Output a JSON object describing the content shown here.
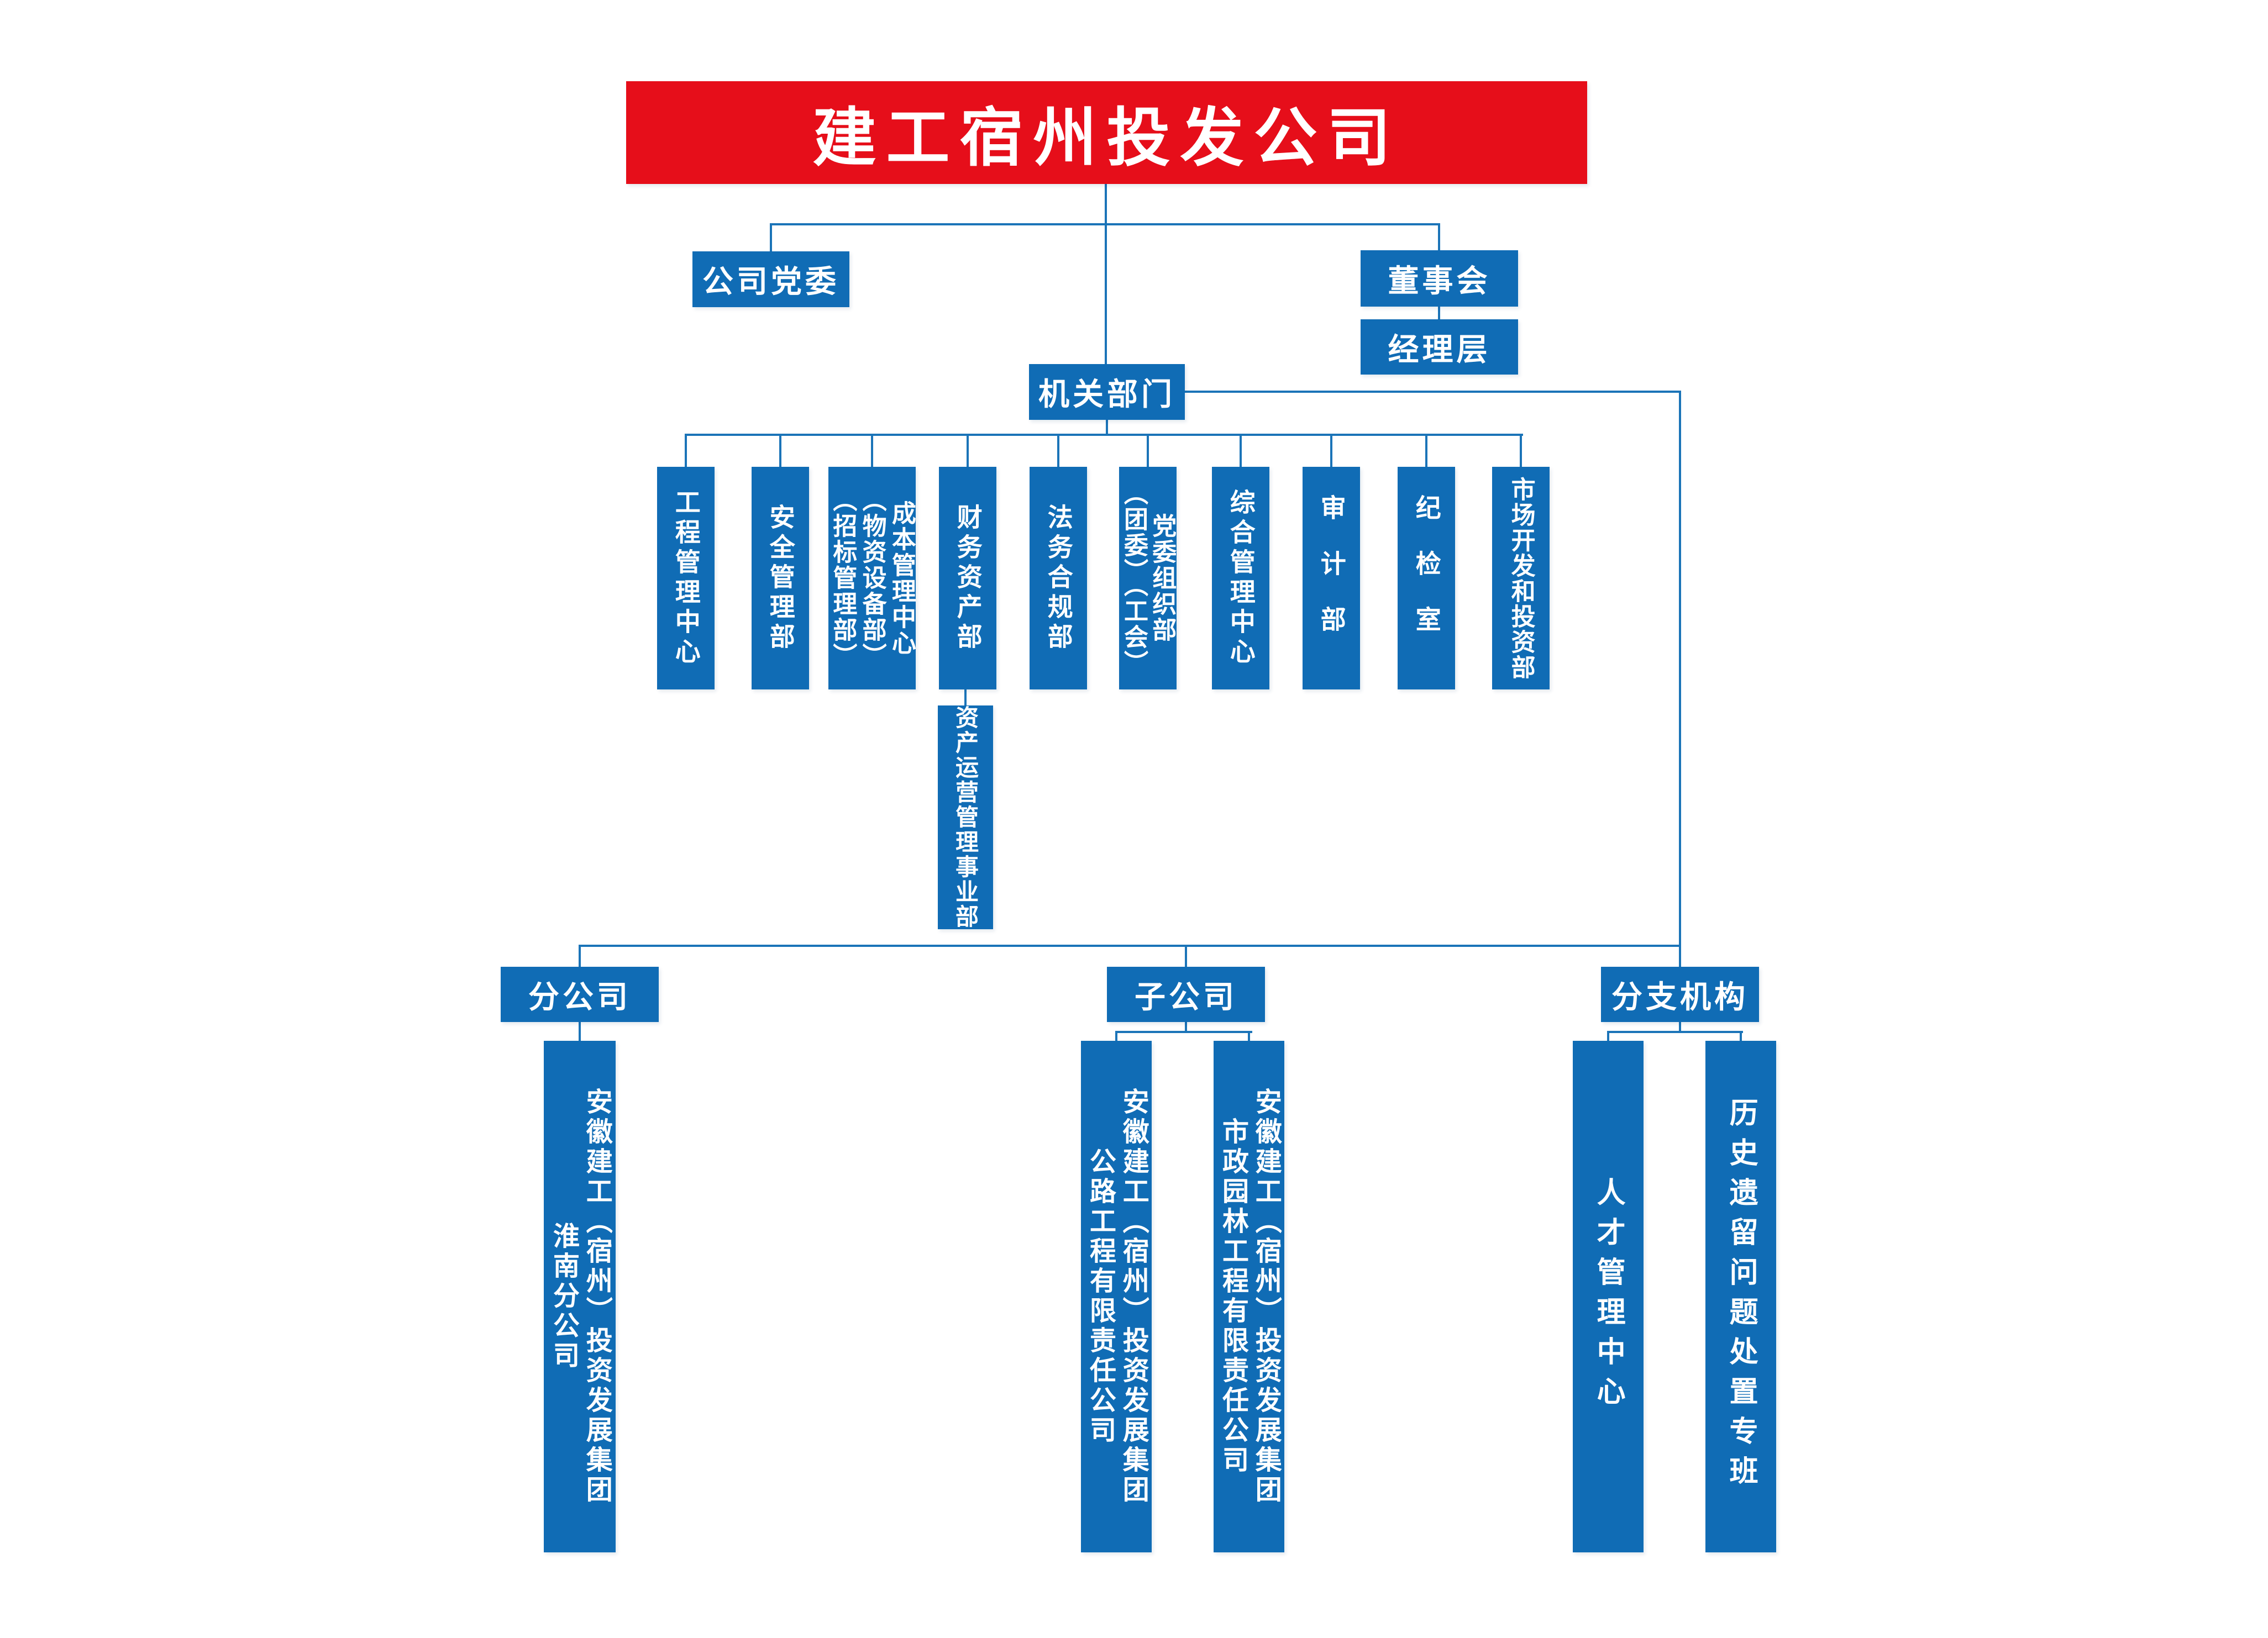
{
  "colors": {
    "root_red": "#e60e1a",
    "node_blue": "#106cb5",
    "line_blue": "#1b74b8",
    "text_white": "#ffffff"
  },
  "root": {
    "title": "建工宿州投发公司"
  },
  "level2": {
    "party_committee": "公司党委",
    "board": "董事会",
    "management": "经理层",
    "hq_departments": "机关部门"
  },
  "departments": [
    {
      "label": "工程管理中心",
      "columns": [
        "工程管理中心"
      ]
    },
    {
      "label": "安全管理部",
      "columns": [
        "安全管理部"
      ]
    },
    {
      "label": "成本管理中心（物资设备部）（招标管理部）",
      "columns": [
        "成本管理中心",
        "（物资设备部）",
        "（招标管理部）"
      ]
    },
    {
      "label": "财务资产部",
      "columns": [
        "财务资产部"
      ]
    },
    {
      "label": "法务合规部",
      "columns": [
        "法务合规部"
      ]
    },
    {
      "label": "党委组织部（团委）（工会）",
      "columns": [
        "党委组织部",
        "（团委）（工会）"
      ]
    },
    {
      "label": "综合管理中心",
      "columns": [
        "综合管理中心"
      ]
    },
    {
      "label": "审计部",
      "columns": [
        "审计部"
      ]
    },
    {
      "label": "纪检室",
      "columns": [
        "纪检室"
      ]
    },
    {
      "label": "市场开发和投资部",
      "columns": [
        "市场开发和投资部"
      ]
    }
  ],
  "asset_department": {
    "label": "资产运营管理事业部"
  },
  "branches": [
    {
      "category": "分公司",
      "children": [
        {
          "label": "安徽建工（宿州）投资发展集团淮南分公司",
          "columns": [
            "安徽建工（宿州）投资发展集团",
            "淮南分公司"
          ]
        }
      ]
    },
    {
      "category": "子公司",
      "children": [
        {
          "label": "安徽建工（宿州）投资发展集团公路工程有限责任公司",
          "columns": [
            "安徽建工（宿州）投资发展集团",
            "公路工程有限责任公司"
          ]
        },
        {
          "label": "安徽建工（宿州）投资发展集团市政园林工程有限责任公司",
          "columns": [
            "安徽建工（宿州）投资发展集团",
            "市政园林工程有限责任公司"
          ]
        }
      ]
    },
    {
      "category": "分支机构",
      "children": [
        {
          "label": "人才管理中心",
          "columns": [
            "人才管理中心"
          ]
        },
        {
          "label": "历史遗留问题处置专班",
          "columns": [
            "历史遗留问题处置专班"
          ]
        }
      ]
    }
  ]
}
